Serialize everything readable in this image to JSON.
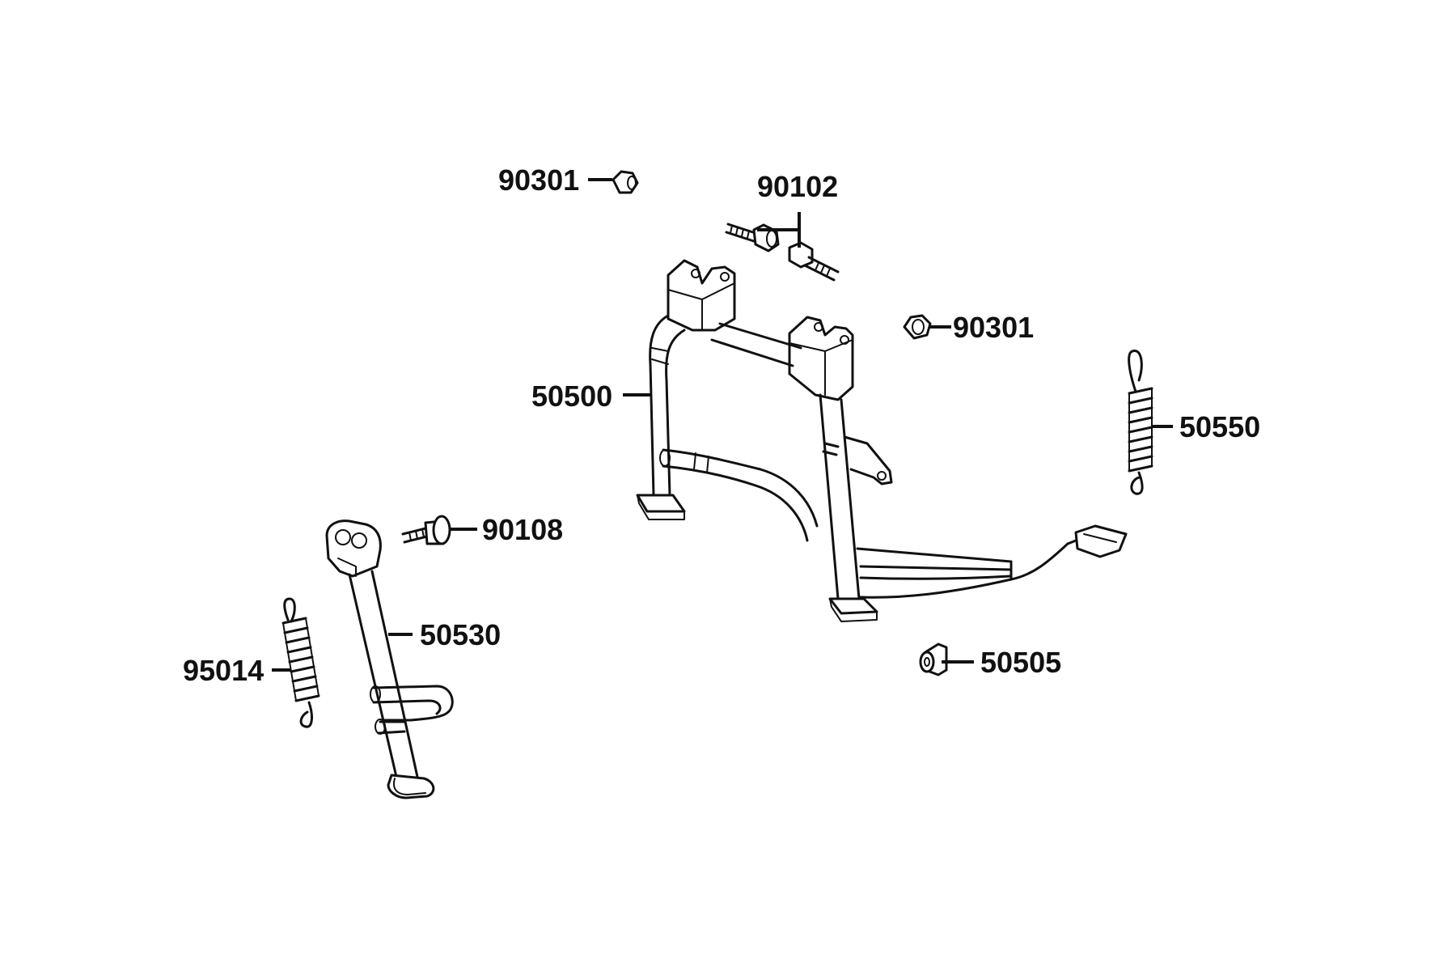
{
  "parts": [
    {
      "key": "nut_top",
      "number": "90301"
    },
    {
      "key": "bolt_pair",
      "number": "90102"
    },
    {
      "key": "nut_right",
      "number": "90301"
    },
    {
      "key": "main_stand",
      "number": "50500"
    },
    {
      "key": "main_spring",
      "number": "50550"
    },
    {
      "key": "side_bolt",
      "number": "90108"
    },
    {
      "key": "side_stand",
      "number": "50530"
    },
    {
      "key": "side_spring",
      "number": "95014"
    },
    {
      "key": "stopper",
      "number": "50505"
    }
  ]
}
